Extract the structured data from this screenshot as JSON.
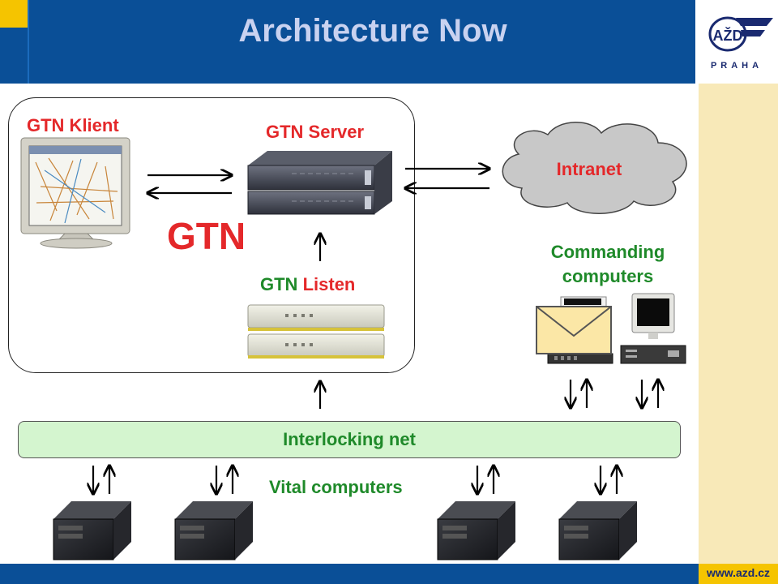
{
  "header": {
    "title": "Architecture Now"
  },
  "logo": {
    "text": "AŽD",
    "sub": "PRAHA"
  },
  "footer": {
    "url": "www.azd.cz"
  },
  "labels": {
    "gtn_klient": "GTN Klient",
    "gtn_server": "GTN Server",
    "gtn_big": "GTN",
    "gtn_listen_prefix": "GTN",
    "gtn_listen_suffix": "Listen",
    "intranet": "Intranet",
    "commanding_line1": "Commanding",
    "commanding_line2": "computers",
    "interlocking_net": "Interlocking net",
    "vital_computers": "Vital computers"
  },
  "colors": {
    "header_blue": "#0a4f97",
    "accent_yellow": "#f5c400",
    "label_red": "#e4282a",
    "label_green": "#1f8a2a",
    "net_fill": "#d4f5cf"
  }
}
